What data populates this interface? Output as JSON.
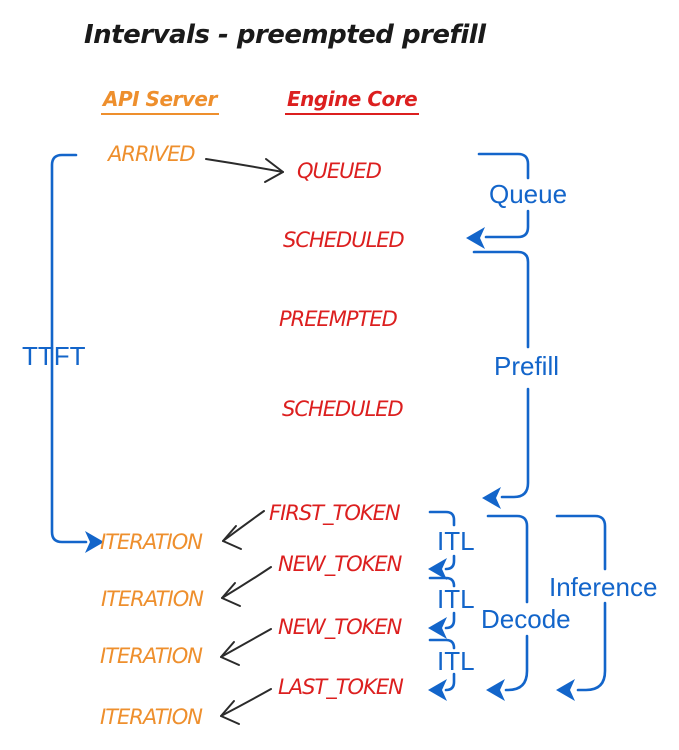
{
  "title": "Intervals - preempted prefill",
  "colors": {
    "orange": "#EE8F2D",
    "red": "#DC1F1F",
    "blue": "#1365CA",
    "ink": "#1A1A1A",
    "arrow": "#2B2B2B",
    "background": "#FFFFFF"
  },
  "columns": {
    "api_server": {
      "header": "API Server",
      "events": [
        "ARRIVED",
        "ITERATION",
        "ITERATION",
        "ITERATION",
        "ITERATION"
      ]
    },
    "engine_core": {
      "header": "Engine Core",
      "events": [
        "QUEUED",
        "SCHEDULED",
        "PREEMPTED",
        "SCHEDULED",
        "FIRST_TOKEN",
        "NEW_TOKEN",
        "NEW_TOKEN",
        "LAST_TOKEN"
      ]
    }
  },
  "intervals": {
    "ttft": "TTFT",
    "queue": "Queue",
    "prefill": "Prefill",
    "itl": [
      "ITL",
      "ITL",
      "ITL"
    ],
    "decode": "Decode",
    "inference": "Inference"
  }
}
